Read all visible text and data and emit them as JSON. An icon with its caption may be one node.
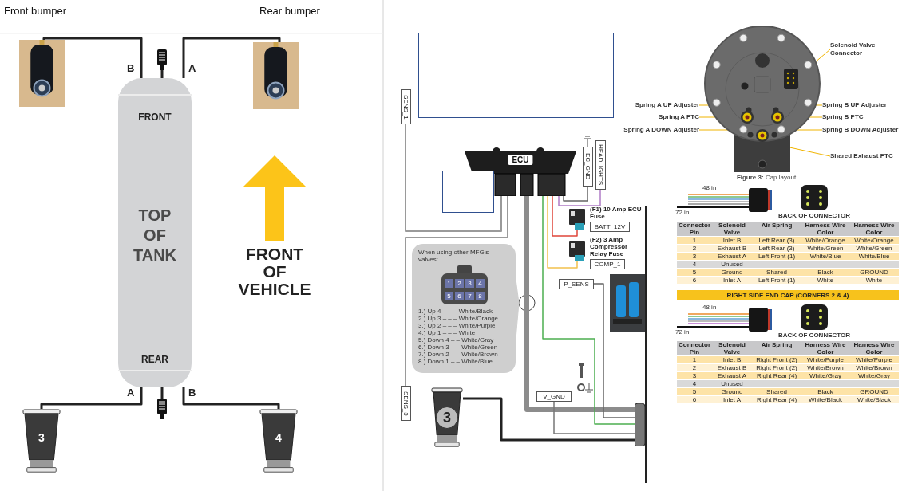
{
  "diagram": {
    "nodes": [
      {
        "text": [
          "FRONT",
          "TOP OF TANK",
          "REAR"
        ]
      },
      {
        "text": [],
        "shape": "picture"
      },
      {
        "text": [],
        "shape": "picture"
      },
      {
        "text": [
          "3"
        ]
      },
      {
        "text": [
          "4"
        ]
      },
      {
        "text": [],
        "shape": "box"
      },
      {
        "text": [],
        "shape": "box"
      },
      {
        "text": [],
        "shape": "box"
      },
      {
        "text": [
          "ECU"
        ]
      },
      {
        "text": [],
        "shape": "box"
      },
      {
        "text": [
          "SENS_1"
        ]
      },
      {
        "text": [
          "EC_GND"
        ]
      },
      {
        "text": [
          "HEADLIGHTS"
        ]
      },
      {
        "text": [],
        "shape": "picture",
        "beside": [
          "(F1) 10 Amp ECU Fuse"
        ]
      },
      {
        "text": [
          "BATT_12V"
        ]
      },
      {
        "text": [],
        "shape": "picture",
        "beside": [
          "(F2) 3 Amp Compressor Relay Fuse"
        ]
      },
      {
        "text": [
          "COMP_1"
        ]
      },
      {
        "text": [
          "P_SENS"
        ]
      },
      {
        "text": [
          "When using other MFG's valves:",
          "1.) Up 4 – – – White/Black",
          "2.) Up 3 – – – White/Orange",
          "3.) Up 2 – – – White/Purple",
          "4.) Up 1 – – – White",
          "5.) Down 4 – – White/Gray",
          "6.) Down 3 – – White/Green",
          "7.) Down 2 – – White/Brown",
          "8.) Down 1 – – White/Blue"
        ]
      },
      {
        "text": [],
        "shape": "picture"
      },
      {
        "text": [
          "V_GND"
        ]
      },
      {
        "text": [
          "3"
        ]
      },
      {
        "text": [],
        "shape": "cylinder"
      },
      {
        "text": [
          "SENS_3"
        ]
      },
      {
        "text": [],
        "shape": "picture"
      },
      {
        "text": [
          "Solenoid Valve Connector"
        ]
      },
      {
        "text": [
          "Spring A UP Adjuster"
        ]
      },
      {
        "text": [
          "Spring A PTC"
        ]
      },
      {
        "text": [
          "Spring A DOWN Adjuster"
        ]
      },
      {
        "text": [
          "Spring B UP Adjuster"
        ]
      },
      {
        "text": [
          "Spring B PTC"
        ]
      },
      {
        "text": [
          "Spring B DOWN Adjuster"
        ]
      },
      {
        "text": [
          "Shared Exhaust PTC"
        ]
      },
      {
        "text": [],
        "shape": "box",
        "in": 24
      },
      {
        "text": [],
        "shape": "circle",
        "in": 24
      },
      {
        "text": [],
        "shape": "circle",
        "in": 24
      },
      {
        "text": [],
        "shape": "circle",
        "in": 24
      },
      {
        "text": [],
        "shape": "circle",
        "in": 24
      },
      {
        "text": [],
        "shape": "circle",
        "in": 24
      },
      {
        "text": [],
        "shape": "circle",
        "in": 24
      },
      {
        "text": [],
        "shape": "circle",
        "in": 24
      }
    ],
    "edges": [
      {
        "from": 0,
        "to": 1,
        "arrow": "none",
        "label": "B",
        "color": "#222222"
      },
      {
        "from": 0,
        "to": 2,
        "arrow": "none",
        "label": "A",
        "color": "#222222"
      },
      {
        "from": 0,
        "to": 3,
        "arrow": "none",
        "label": "A",
        "color": "#222222"
      },
      {
        "from": 0,
        "to": 4,
        "arrow": "none",
        "label": "B",
        "color": "#222222"
      },
      {
        "from": 0,
        "to": 5,
        "arrow": "none",
        "color": "#222222"
      },
      {
        "from": 0,
        "to": 6,
        "arrow": "none",
        "color": "#222222"
      },
      {
        "from": 8,
        "to": 22,
        "arrow": "none",
        "style": "thick",
        "color": "#8c8c8c"
      },
      {
        "from": 8,
        "to": 10,
        "arrow": "none",
        "color": "#9a9a9a"
      },
      {
        "from": 8,
        "to": 23,
        "arrow": "none",
        "color": "#9a9a9a"
      },
      {
        "from": 8,
        "to": 11,
        "arrow": "none",
        "color": "#666666"
      },
      {
        "from": 8,
        "to": 12,
        "arrow": "none",
        "color": "#b07cc6"
      },
      {
        "from": 8,
        "to": 13,
        "arrow": "none",
        "color": "#e0453a"
      },
      {
        "from": 8,
        "to": 15,
        "arrow": "none",
        "color": "#f2c14e"
      },
      {
        "from": 8,
        "to": 22,
        "arrow": "none",
        "color": "#4caf50"
      },
      {
        "from": 18,
        "to": null,
        "arrow": "none",
        "color": "#cfcfcf"
      },
      {
        "from": 20,
        "to": 22,
        "arrow": "none",
        "color": "#777777"
      },
      {
        "from": 21,
        "to": 22,
        "arrow": "none",
        "color": "#222222"
      },
      {
        "from": 17,
        "to": 22,
        "arrow": "none",
        "color": "#666666"
      },
      {
        "from": 25,
        "to": 33,
        "arrow": "to",
        "color": "#f0b400"
      },
      {
        "from": 26,
        "to": 34,
        "arrow": "to",
        "color": "#f0b400"
      },
      {
        "from": 27,
        "to": 35,
        "arrow": "to",
        "color": "#f0b400"
      },
      {
        "from": 28,
        "to": 36,
        "arrow": "to",
        "color": "#f0b400"
      },
      {
        "from": 29,
        "to": 37,
        "arrow": "to",
        "color": "#f0b400"
      },
      {
        "from": 30,
        "to": 38,
        "arrow": "to",
        "color": "#f0b400"
      },
      {
        "from": 31,
        "to": 39,
        "arrow": "to",
        "color": "#f0b400"
      },
      {
        "from": 32,
        "to": 40,
        "arrow": "to",
        "color": "#f0b400"
      }
    ],
    "labels": [
      "Front bumper",
      "Rear bumper",
      "FRONT OF VEHICLE",
      "**Figure 3:** Cap layout",
      "48 in",
      "72 in",
      "BACK OF CONNECTOR",
      "Connector Pin",
      "Solenoid Valve",
      "Air Spring",
      "Harness Wire Color",
      "Harness Wire Color",
      "1",
      "Inlet B",
      "Left Rear (3)",
      "White/Orange",
      "White/Orange",
      "2",
      "Exhaust B",
      "Left Rear (3)",
      "White/Green",
      "White/Green",
      "3",
      "Exhaust A",
      "Left Front (1)",
      "White/Blue",
      "White/Blue",
      "4",
      "Unused",
      "5",
      "Ground",
      "Shared",
      "Black",
      "GROUND",
      "6",
      "Inlet A",
      "Left Front (1)",
      "White",
      "White",
      "RIGHT SIDE END CAP (CORNERS 2 & 4)",
      "48 in",
      "72 in",
      "BACK OF CONNECTOR",
      "Connector Pin",
      "Solenoid Valve",
      "Air Spring",
      "Harness Wire Color",
      "Harness Wire Color",
      "1",
      "Inlet B",
      "Right Front (2)",
      "White/Purple",
      "White/Purple",
      "2",
      "Exhaust B",
      "Right Front (2)",
      "White/Brown",
      "White/Brown",
      "3",
      "Exhaust A",
      "Right Rear (4)",
      "White/Gray",
      "White/Gray",
      "4",
      "Unused",
      "5",
      "Ground",
      "Shared",
      "Black",
      "GROUND",
      "6",
      "Inlet A",
      "Right Rear (4)",
      "White/Black",
      "White/Black",
      "1",
      "2",
      "3",
      "4",
      "5",
      "6",
      "7",
      "8"
    ]
  }
}
